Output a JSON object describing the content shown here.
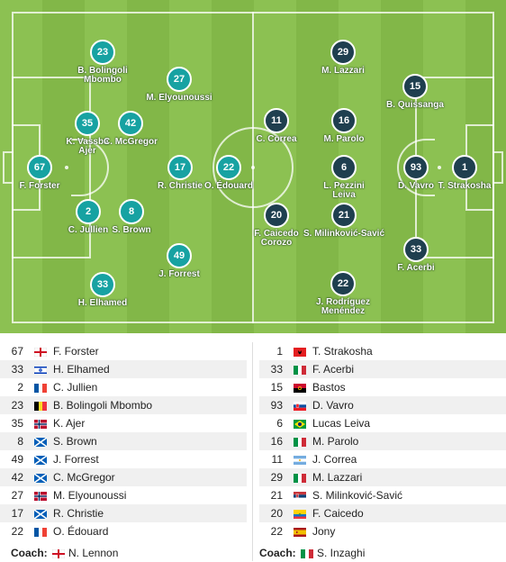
{
  "pitch": {
    "home_players": [
      {
        "number": "23",
        "name_line1": "B. Bolingoli",
        "name_line2": "Mbombo"
      },
      {
        "number": "27",
        "name_line1": "M. Elyounoussi",
        "name_line2": ""
      },
      {
        "number": "35",
        "name_line1": "K. Vassba",
        "name_line2": "Ajer"
      },
      {
        "number": "42",
        "name_line1": "C. McGregor",
        "name_line2": ""
      },
      {
        "number": "67",
        "name_line1": "F. Forster",
        "name_line2": ""
      },
      {
        "number": "17",
        "name_line1": "R. Christie",
        "name_line2": ""
      },
      {
        "number": "22",
        "name_line1": "O. Édouard",
        "name_line2": ""
      },
      {
        "number": "2",
        "name_line1": "C. Jullien",
        "name_line2": ""
      },
      {
        "number": "8",
        "name_line1": "S. Brown",
        "name_line2": ""
      },
      {
        "number": "49",
        "name_line1": "J. Forrest",
        "name_line2": ""
      },
      {
        "number": "33",
        "name_line1": "H. Elhamed",
        "name_line2": ""
      }
    ],
    "away_players": [
      {
        "number": "29",
        "name_line1": "M. Lazzari",
        "name_line2": ""
      },
      {
        "number": "15",
        "name_line1": "B. Quissanga",
        "name_line2": ""
      },
      {
        "number": "11",
        "name_line1": "C. Correa",
        "name_line2": ""
      },
      {
        "number": "16",
        "name_line1": "M. Parolo",
        "name_line2": ""
      },
      {
        "number": "6",
        "name_line1": "L. Pezzini",
        "name_line2": "Leiva"
      },
      {
        "number": "93",
        "name_line1": "D. Vavro",
        "name_line2": ""
      },
      {
        "number": "1",
        "name_line1": "T. Strakosha",
        "name_line2": ""
      },
      {
        "number": "20",
        "name_line1": "F. Caicedo",
        "name_line2": "Corozo"
      },
      {
        "number": "21",
        "name_line1": "S. Milinković-Savić",
        "name_line2": ""
      },
      {
        "number": "33",
        "name_line1": "F. Acerbi",
        "name_line2": ""
      },
      {
        "number": "22",
        "name_line1": "J. Rodríguez",
        "name_line2": "Menéndez"
      }
    ]
  },
  "lineups": {
    "home": [
      {
        "number": "67",
        "flag": "england-flag",
        "name": "F. Forster"
      },
      {
        "number": "33",
        "flag": "israel-flag",
        "name": "H. Elhamed"
      },
      {
        "number": "2",
        "flag": "france-flag",
        "name": "C. Jullien"
      },
      {
        "number": "23",
        "flag": "belgium-flag",
        "name": "B. Bolingoli Mbombo"
      },
      {
        "number": "35",
        "flag": "norway-flag",
        "name": "K. Ajer"
      },
      {
        "number": "8",
        "flag": "scotland-flag",
        "name": "S. Brown"
      },
      {
        "number": "49",
        "flag": "scotland-flag",
        "name": "J. Forrest"
      },
      {
        "number": "42",
        "flag": "scotland-flag",
        "name": "C. McGregor"
      },
      {
        "number": "27",
        "flag": "norway-flag",
        "name": "M. Elyounoussi"
      },
      {
        "number": "17",
        "flag": "scotland-flag",
        "name": "R. Christie"
      },
      {
        "number": "22",
        "flag": "france-flag",
        "name": "O. Édouard"
      }
    ],
    "away": [
      {
        "number": "1",
        "flag": "albania-flag",
        "name": "T. Strakosha"
      },
      {
        "number": "33",
        "flag": "italy-flag",
        "name": "F. Acerbi"
      },
      {
        "number": "15",
        "flag": "angola-flag",
        "name": "Bastos"
      },
      {
        "number": "93",
        "flag": "slovakia-flag",
        "name": "D. Vavro"
      },
      {
        "number": "6",
        "flag": "brazil-flag",
        "name": "Lucas Leiva"
      },
      {
        "number": "16",
        "flag": "italy-flag",
        "name": "M. Parolo"
      },
      {
        "number": "11",
        "flag": "argentina-flag",
        "name": "J. Correa"
      },
      {
        "number": "29",
        "flag": "italy-flag",
        "name": "M. Lazzari"
      },
      {
        "number": "21",
        "flag": "serbia-flag",
        "name": "S. Milinković-Savić"
      },
      {
        "number": "20",
        "flag": "ecuador-flag",
        "name": "F. Caicedo"
      },
      {
        "number": "22",
        "flag": "spain-flag",
        "name": "Jony"
      }
    ],
    "home_coach": {
      "label": "Coach:",
      "flag": "england-flag",
      "name": "N. Lennon"
    },
    "away_coach": {
      "label": "Coach:",
      "flag": "italy-flag",
      "name": "S. Inzaghi"
    }
  },
  "colors": {
    "home_team": "#17a2a2",
    "away_team": "#1f3f4f",
    "pitch": "#8cc152"
  }
}
